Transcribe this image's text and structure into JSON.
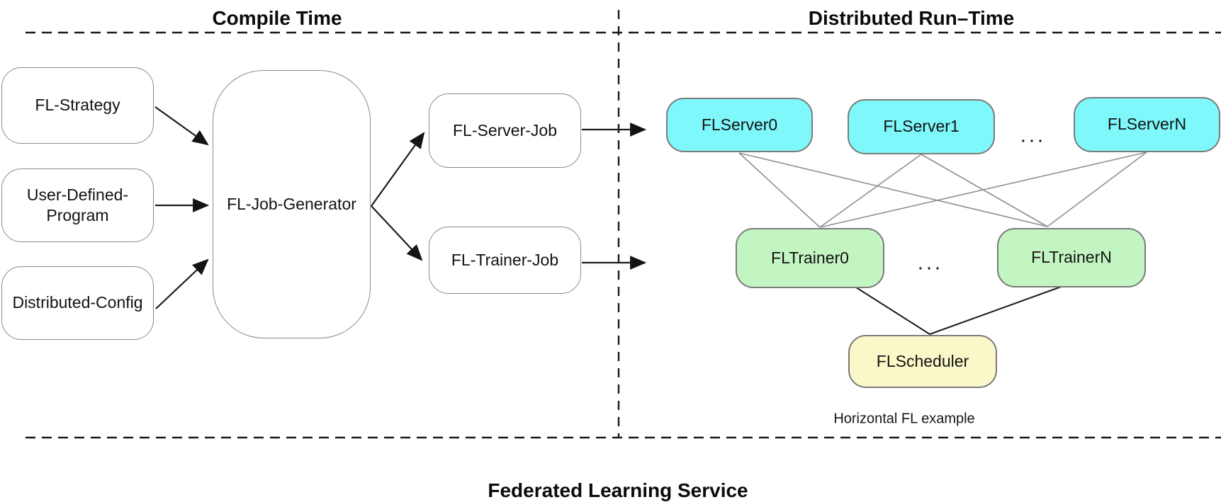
{
  "titles": {
    "compile_time": "Compile Time",
    "distributed_runtime": "Distributed Run–Time",
    "footer": "Federated Learning Service",
    "caption": "Horizontal FL example"
  },
  "nodes": {
    "fl_strategy": {
      "label": "FL-Strategy"
    },
    "user_defined_program": {
      "label": "User-Defined-\nProgram"
    },
    "distributed_config": {
      "label": "Distributed-Config"
    },
    "fl_job_generator": {
      "label": "FL-Job-Generator"
    },
    "fl_server_job": {
      "label": "FL-Server-Job"
    },
    "fl_trainer_job": {
      "label": "FL-Trainer-Job"
    },
    "fl_server_0": {
      "label": "FLServer0"
    },
    "fl_server_1": {
      "label": "FLServer1"
    },
    "fl_server_n": {
      "label": "FLServerN"
    },
    "fl_trainer_0": {
      "label": "FLTrainer0"
    },
    "fl_trainer_n": {
      "label": "FLTrainerN"
    },
    "fl_scheduler": {
      "label": "FLScheduler"
    }
  },
  "ellipsis": {
    "servers": "...",
    "trainers": "..."
  },
  "colors": {
    "server_fill": "#7ef8fa",
    "trainer_fill": "#c3f5c2",
    "scheduler_fill": "#faf8c8",
    "box_border": "#8a8a8a",
    "edge_gray": "#8f8f8f",
    "edge_black": "#1c1c1c"
  }
}
